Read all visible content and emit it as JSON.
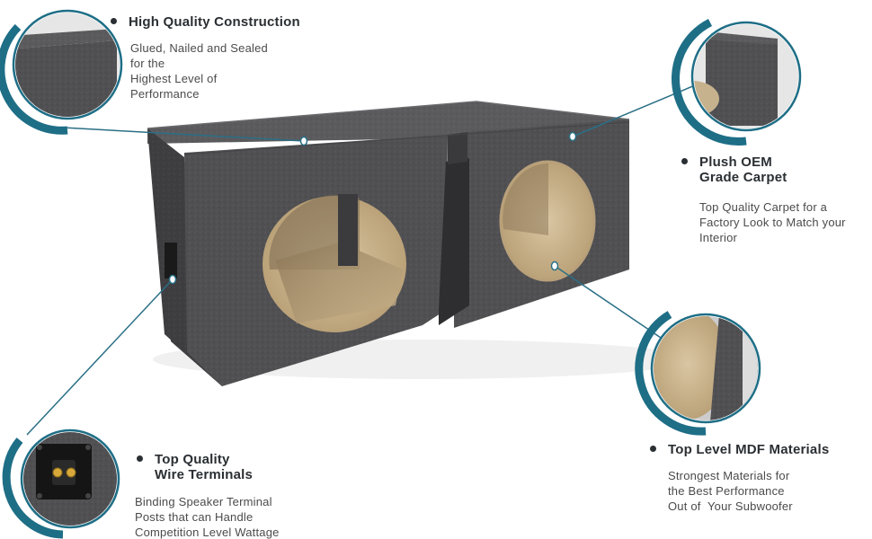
{
  "features": [
    {
      "id": "construction",
      "title_lines": [
        "High Quality Construction"
      ],
      "desc_lines": [
        "Glued, Nailed and Sealed",
        "for the",
        "Highest Level of",
        "Performance"
      ]
    },
    {
      "id": "carpet",
      "title_lines": [
        "Plush OEM",
        "Grade Carpet"
      ],
      "desc_lines": [
        "Top Quality Carpet for a",
        "Factory Look to Match your",
        "Interior"
      ]
    },
    {
      "id": "mdf",
      "title_lines": [
        "Top Level MDF Materials"
      ],
      "desc_lines": [
        "Strongest Materials for",
        "the Best Performance",
        "Out of  Your Subwoofer"
      ]
    },
    {
      "id": "terminals",
      "title_lines": [
        "Top Quality",
        "Wire Terminals"
      ],
      "desc_lines": [
        "Binding Speaker Terminal",
        "Posts that can Handle",
        "Competition Level Wattage"
      ]
    }
  ],
  "colors": {
    "accent": "#1e6e86",
    "accent_light": "#4aa6c4",
    "text_dark": "#2a2f33",
    "text_body": "#4b4b4b",
    "carpet": "#4a4a4c",
    "mdf": "#c7b28e"
  }
}
